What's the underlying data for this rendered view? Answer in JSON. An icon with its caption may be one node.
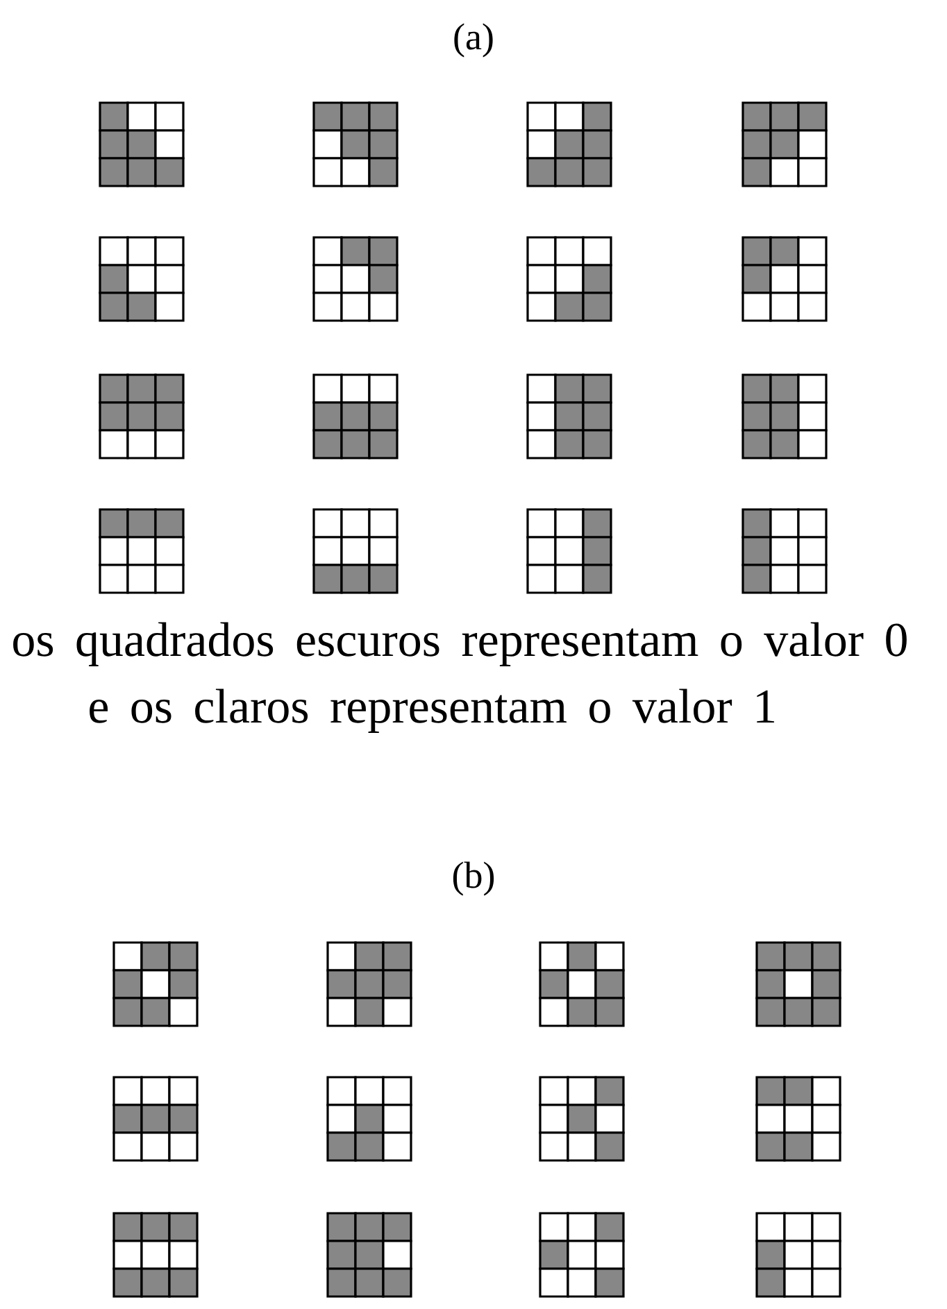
{
  "diagram": {
    "labels": [
      "(a)",
      "os quadrados escuros representam o valor 0 e os claros representam o valor 1",
      "(b)"
    ]
  }
}
